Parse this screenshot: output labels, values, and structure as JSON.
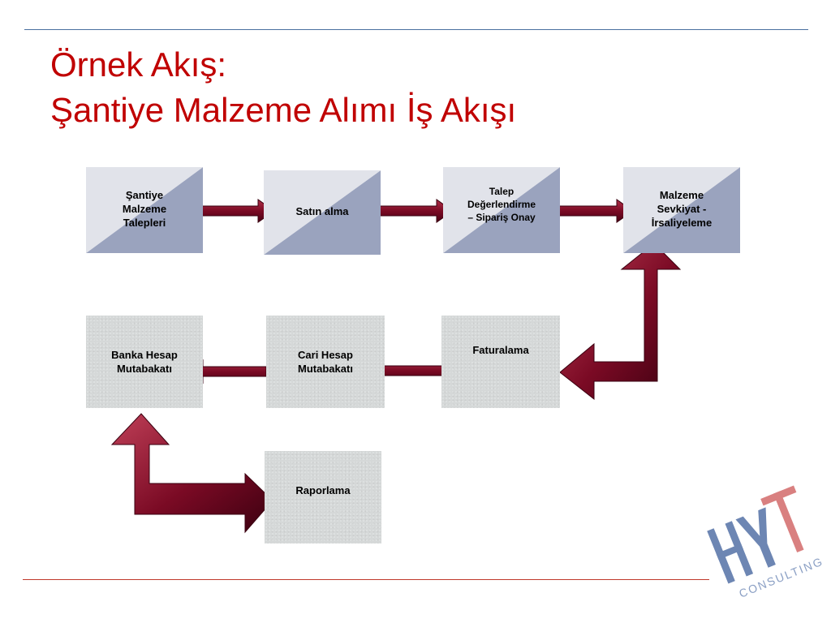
{
  "title": {
    "line1": "Örnek Akış:",
    "line2": "Şantiye Malzeme Alımı İş Akışı"
  },
  "steps": {
    "santiye_malzeme_talepleri": "Şantiye\nMalzeme\nTalepleri",
    "satin_alma": "Satın alma",
    "talep_degerlendirme": "Talep\nDeğerlendirme\n– Sipariş Onay",
    "malzeme_sevkiyat": "Malzeme\nSevkiyat  -\nİrsaliyeleme",
    "faturalama": "Faturalama",
    "cari_hesap": "Cari Hesap\nMutabakatı",
    "banka_hesap": "Banka Hesap\nMutabakatı",
    "raporlama": "Raporlama"
  },
  "logo": {
    "mark": "HYT",
    "subtitle": "CONSULTING"
  },
  "colors": {
    "title": "#c00000",
    "arrow_dark": "#5a0018",
    "arrow_light": "#b03048",
    "box_split_light": "#e1e3ea",
    "box_split_dark": "#9aa3be",
    "box_grey": "#d5d8d8"
  }
}
